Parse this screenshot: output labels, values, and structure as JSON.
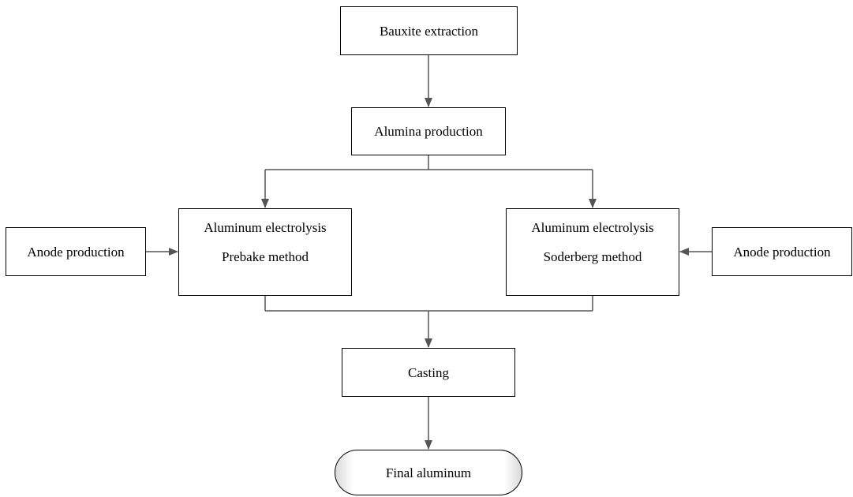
{
  "nodes": {
    "bauxite": "Bauxite extraction",
    "alumina": "Alumina production",
    "prebake": {
      "line1": "Aluminum electrolysis",
      "line2": "Prebake method"
    },
    "soderberg": {
      "line1": "Aluminum electrolysis",
      "line2": "Soderberg method"
    },
    "anode_left": "Anode production",
    "anode_right": "Anode production",
    "casting": "Casting",
    "final": "Final aluminum"
  },
  "colors": {
    "box_border": "#000000",
    "connector": "#555555",
    "terminal_shade": "#d9d9d9"
  }
}
